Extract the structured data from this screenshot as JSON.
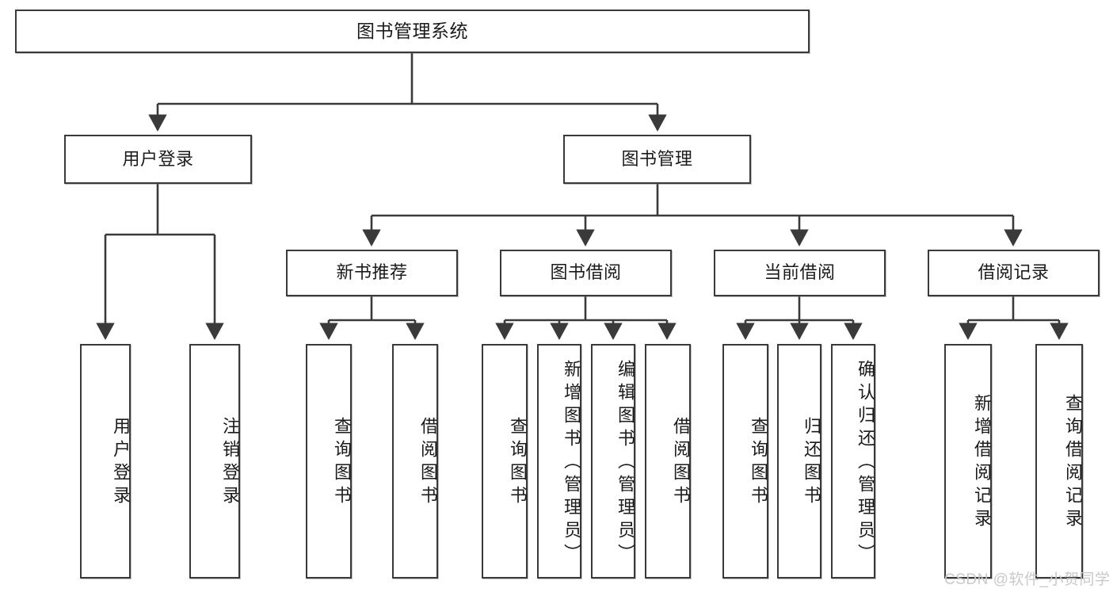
{
  "diagram": {
    "type": "tree-hierarchy",
    "title": "图书管理系统",
    "orientation": "top-down",
    "levels": 4,
    "root": {
      "id": "root",
      "label": "图书管理系统"
    },
    "level2": [
      {
        "id": "user-login",
        "label": "用户登录"
      },
      {
        "id": "book-management",
        "label": "图书管理"
      }
    ],
    "level3": [
      {
        "id": "new-book-recommend",
        "label": "新书推荐",
        "parent": "book-management"
      },
      {
        "id": "book-borrow",
        "label": "图书借阅",
        "parent": "book-management"
      },
      {
        "id": "current-borrow",
        "label": "当前借阅",
        "parent": "book-management"
      },
      {
        "id": "borrow-record",
        "label": "借阅记录",
        "parent": "book-management"
      }
    ],
    "leaves": [
      {
        "id": "leaf-user-login",
        "label": "用户登录",
        "parent": "user-login"
      },
      {
        "id": "leaf-logout-login",
        "label": "注销登录",
        "parent": "user-login"
      },
      {
        "id": "leaf-query-book-1",
        "label": "查询图书",
        "parent": "new-book-recommend"
      },
      {
        "id": "leaf-borrow-book-1",
        "label": "借阅图书",
        "parent": "new-book-recommend"
      },
      {
        "id": "leaf-query-book-2",
        "label": "查询图书",
        "parent": "book-borrow"
      },
      {
        "id": "leaf-add-book",
        "label": "新增图书（管理员）",
        "parent": "book-borrow"
      },
      {
        "id": "leaf-edit-book",
        "label": "编辑图书（管理员）",
        "parent": "book-borrow"
      },
      {
        "id": "leaf-borrow-book-2",
        "label": "借阅图书",
        "parent": "book-borrow"
      },
      {
        "id": "leaf-query-book-3",
        "label": "查询图书",
        "parent": "current-borrow"
      },
      {
        "id": "leaf-return-book",
        "label": "归还图书",
        "parent": "current-borrow"
      },
      {
        "id": "leaf-confirm-return",
        "label": "确认归还（管理员）",
        "parent": "current-borrow"
      },
      {
        "id": "leaf-add-record",
        "label": "新增借阅记录",
        "parent": "borrow-record"
      },
      {
        "id": "leaf-query-record",
        "label": "查询借阅记录",
        "parent": "borrow-record"
      }
    ],
    "colors": {
      "stroke": "#3a3a3a",
      "fill": "#ffffff",
      "text": "#1b1b1b",
      "watermark": "#c9c9c9"
    }
  },
  "watermark": {
    "text": "CSDN @软件_小贺同学"
  }
}
